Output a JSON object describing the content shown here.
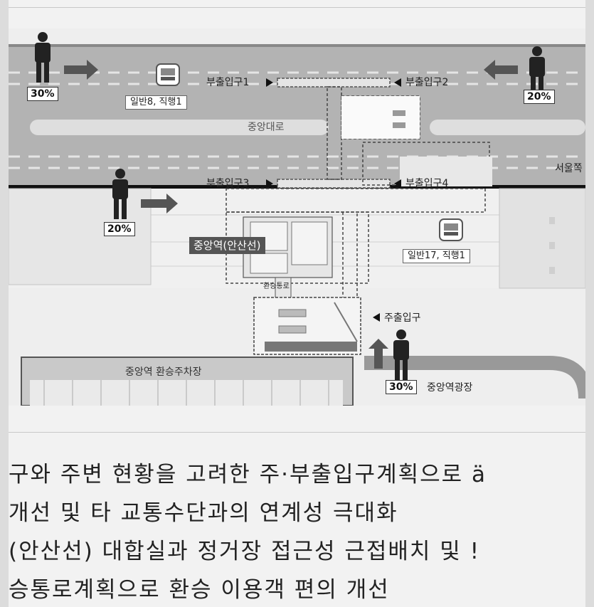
{
  "diagram": {
    "entrances": {
      "sub1": "부출입구1",
      "sub2": "부출입구2",
      "sub3": "부출입구3",
      "sub4": "부출입구4",
      "main": "주출입구"
    },
    "percentages": {
      "top_left": "30%",
      "top_right": "20%",
      "mid_left": "20%",
      "bottom": "30%"
    },
    "bus_stops": {
      "north": "일반8, 직행1",
      "south": "일반17, 직행1"
    },
    "road_name": "중앙대로",
    "station_name": "중앙역(안산선)",
    "transfer_passage": "환승통로",
    "parking_lot": "중앙역 환승주차장",
    "plaza": "중앙역광장",
    "edge_label": "서울쪽"
  },
  "body_text": {
    "line1": "구와  주변  현황을  고려한  주·부출입구계획으로  ä",
    "line2": " 개선  및  타  교통수단과의  연계성  극대화",
    "line3": "(안산선)  대합실과  정거장  접근성  근접배치  및  !",
    "line4": "승통로계획으로  환승  이용객  편의  개선"
  }
}
